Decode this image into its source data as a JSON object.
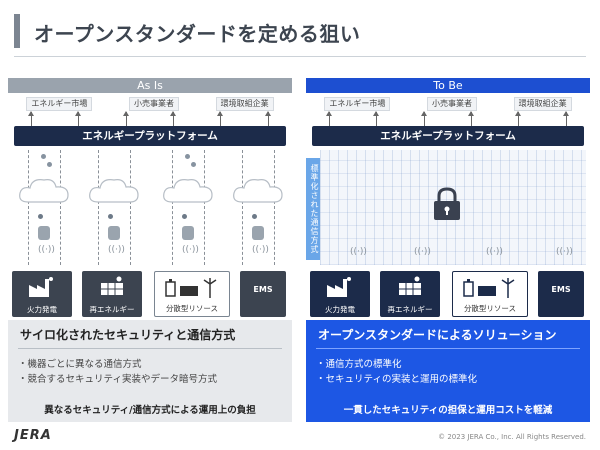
{
  "title": "オープンスタンダードを定める狙い",
  "as_is": {
    "header": "As Is",
    "stakeholders": [
      "エネルギー市場",
      "小売事業者",
      "環境取組企業"
    ],
    "platform": "エネルギープラットフォーム",
    "devices": [
      {
        "label": "火力発電",
        "icon": "factory-icon"
      },
      {
        "label": "再エネルギー",
        "icon": "solar-panel-icon"
      },
      {
        "label": "分散型リソース",
        "icon": "distributed-resources-icon"
      },
      {
        "label": "EMS",
        "icon": "ems-box"
      }
    ],
    "box_title": "サイロ化されたセキュリティと通信方式",
    "bullets": [
      "機器ごとに異なる通信方式",
      "競合するセキュリティ実装やデータ暗号方式"
    ],
    "footer": "異なるセキュリティ/通信方式による運用上の負担"
  },
  "to_be": {
    "header": "To Be",
    "stakeholders": [
      "エネルギー市場",
      "小売事業者",
      "環境取組企業"
    ],
    "platform": "エネルギープラットフォーム",
    "vertical_label": "標準化された通信方式",
    "devices": [
      {
        "label": "火力発電",
        "icon": "factory-icon"
      },
      {
        "label": "再エネルギー",
        "icon": "solar-panel-icon"
      },
      {
        "label": "分散型リソース",
        "icon": "distributed-resources-icon"
      },
      {
        "label": "EMS",
        "icon": "ems-box"
      }
    ],
    "box_title": "オープンスタンダードによるソリューション",
    "bullets": [
      "通信方式の標準化",
      "セキュリティの実装と運用の標準化"
    ],
    "footer": "一貫したセキュリティの担保と運用コストを軽減"
  },
  "logo": "JERA",
  "copyright": "© 2023 JERA Co., Inc. All Rights Reserved.",
  "colors": {
    "accent_blue": "#1d57e4",
    "navy": "#1c2b4a",
    "gray_header": "#9aa3ad"
  }
}
